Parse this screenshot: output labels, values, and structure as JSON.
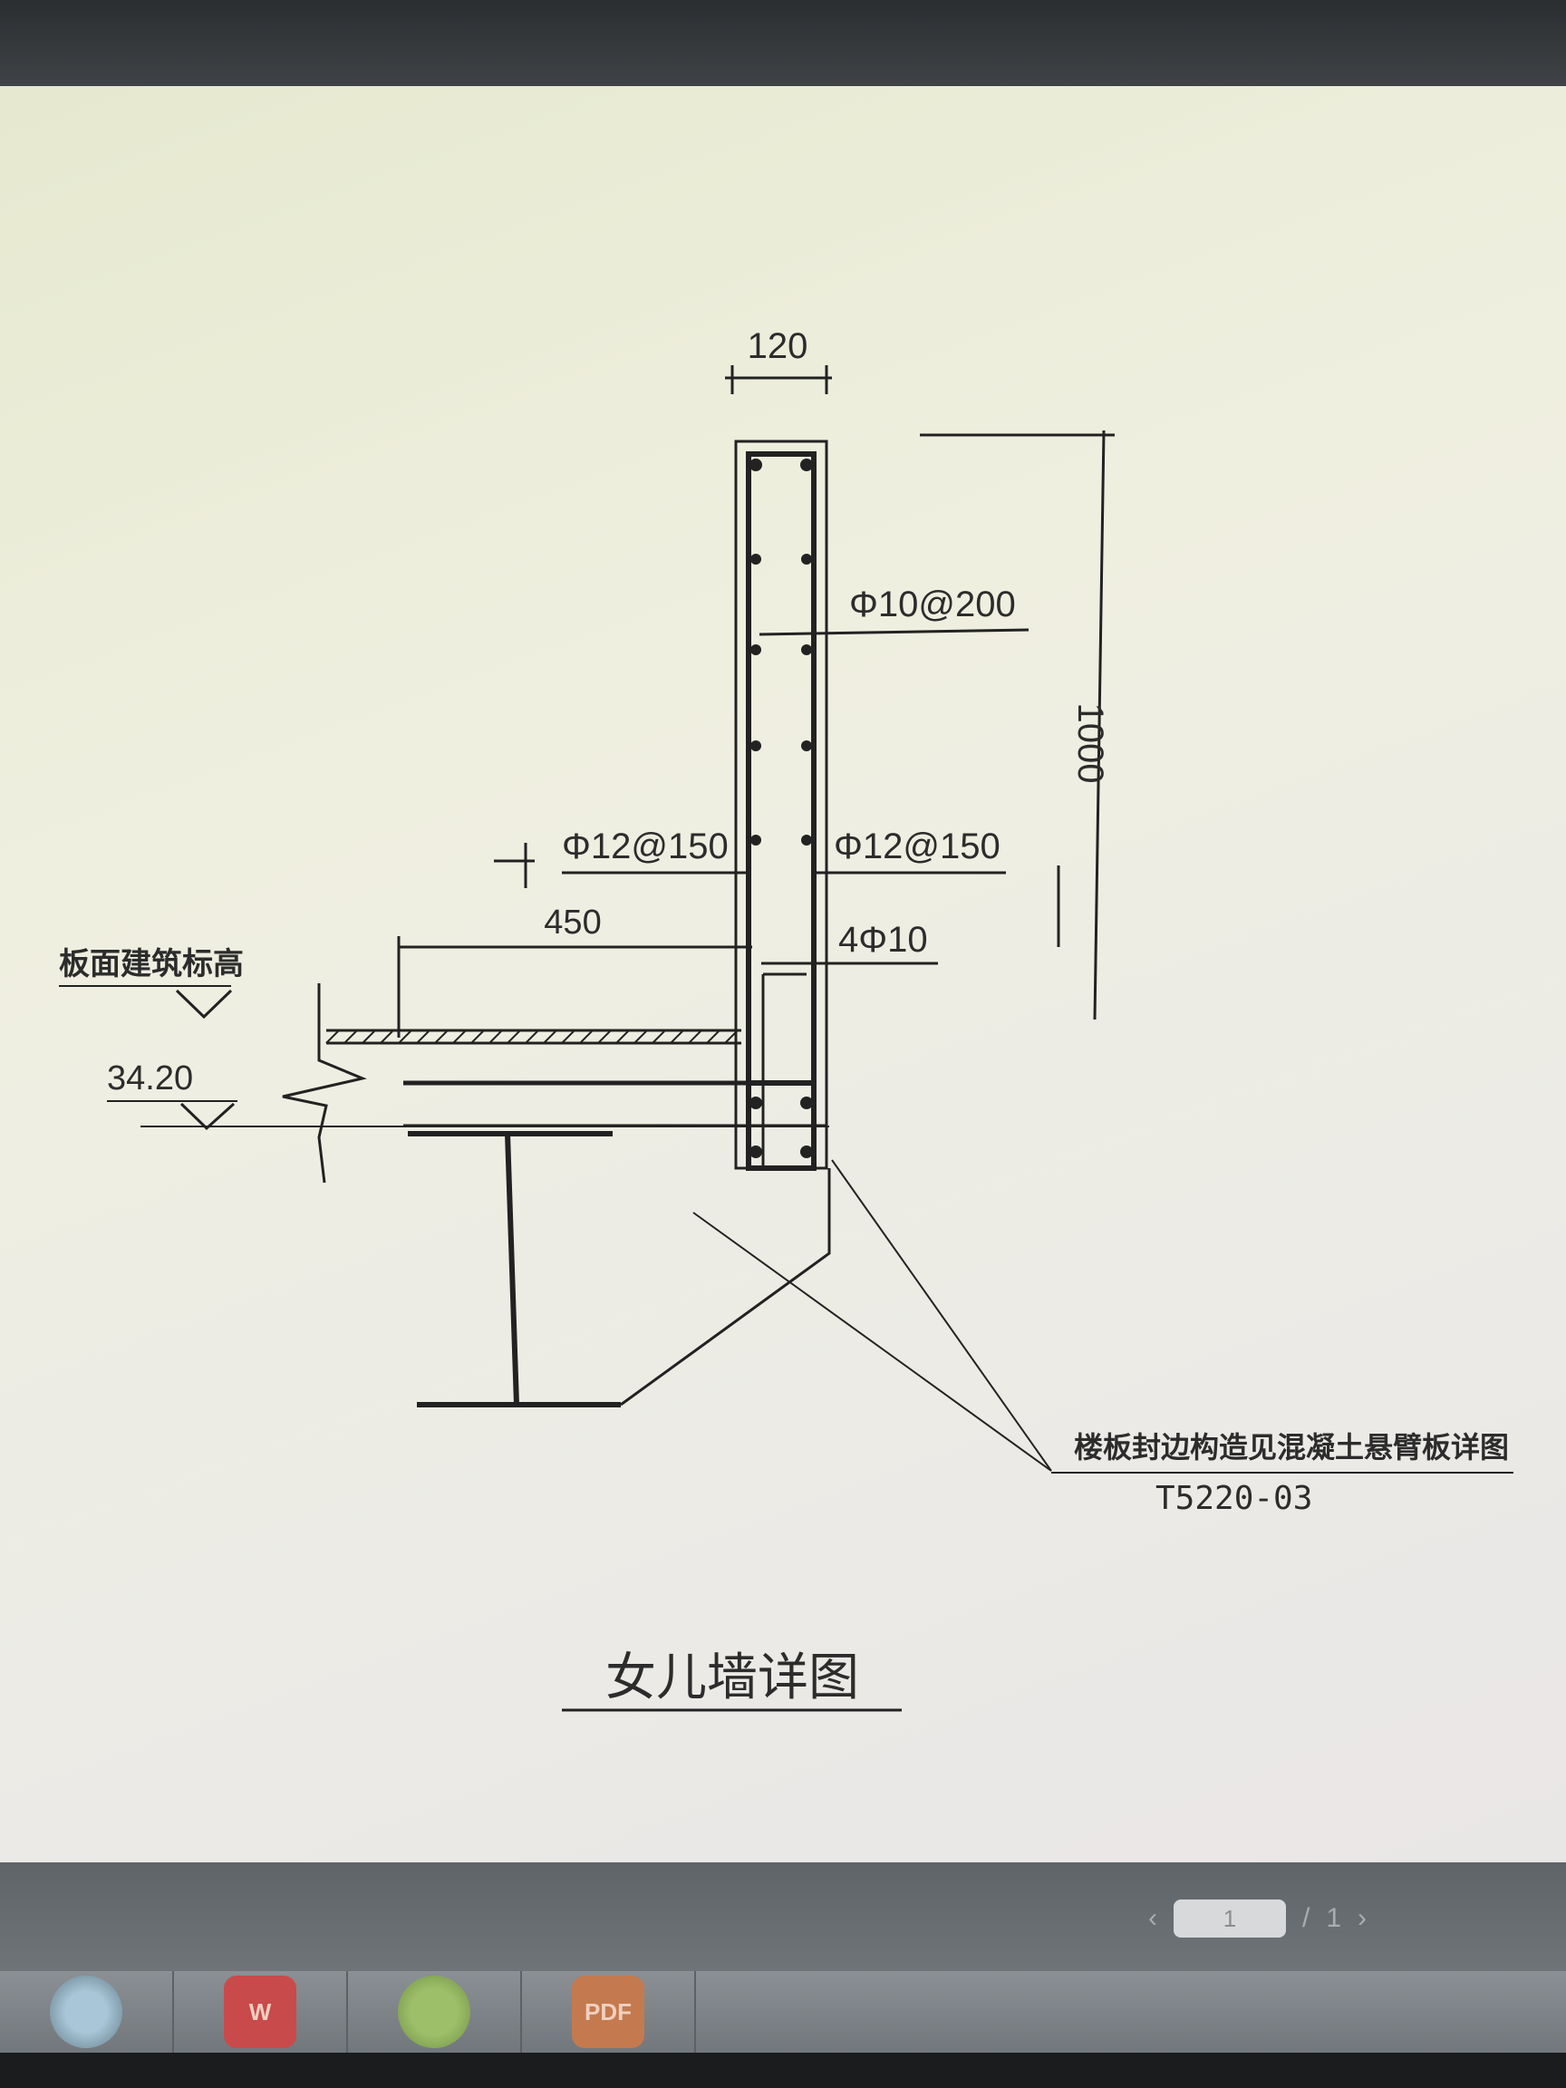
{
  "drawing": {
    "dimensions": {
      "wall_thickness": "120",
      "wall_height": "1000",
      "extension": "450"
    },
    "rebar": {
      "horizontal": "Φ10@200",
      "left_vertical": "Φ12@150",
      "right_vertical": "Φ12@150",
      "beam_top": "4Φ10"
    },
    "elevation": {
      "label": "板面建筑标高",
      "value": "34.20"
    },
    "reference": {
      "title": "楼板封边构造见混凝土悬臂板详图",
      "code": "T5220-03"
    },
    "caption": "女儿墙详图"
  },
  "viewer": {
    "current_page": "1",
    "separator": "/",
    "total_pages": "1"
  },
  "taskbar": {
    "apps": [
      "qq-icon",
      "wps-icon",
      "wechat-icon",
      "pdf-icon"
    ],
    "pdf_label": "PDF"
  }
}
